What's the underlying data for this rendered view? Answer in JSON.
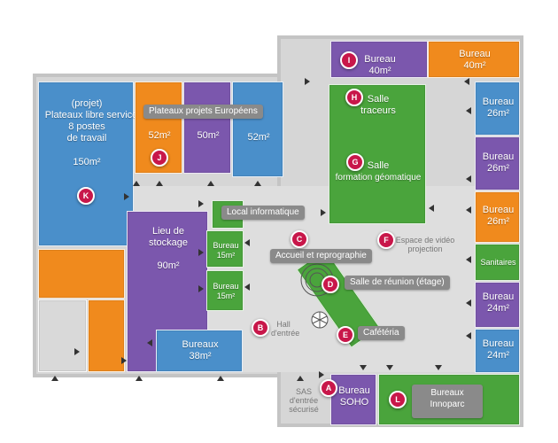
{
  "colors": {
    "blue": "#4a8fca",
    "purple": "#7b57ad",
    "orange": "#f08a1d",
    "green": "#4aa43c",
    "floor": "#dcdcdc",
    "wall": "#c4c4c4",
    "pin": "#c8174a",
    "tag": "#8a8a8a"
  },
  "rooms": {
    "bureau_i": {
      "title": "Bureau",
      "area": "40m²"
    },
    "bureau_40_orange": {
      "title": "Bureau",
      "area": "40m²"
    },
    "salle_traceurs": {
      "title": "Salle",
      "subtitle": "traceurs"
    },
    "salle_formation": {
      "title": "Salle",
      "subtitle": "formation géomatique"
    },
    "bureau_26_a": {
      "title": "Bureau",
      "area": "26m²"
    },
    "bureau_26_b": {
      "title": "Bureau",
      "area": "26m²"
    },
    "bureau_26_c": {
      "title": "Bureau",
      "area": "26m²"
    },
    "sanitaires": {
      "title": "Sanitaires"
    },
    "bureau_24_a": {
      "title": "Bureau",
      "area": "24m²"
    },
    "bureau_24_b": {
      "title": "Bureau",
      "area": "24m²"
    },
    "plateaux_libre": {
      "line1": "(projet)",
      "line2": "Plateaux libre service",
      "line3": "8 postes",
      "line4": "de travail",
      "area": "150m²"
    },
    "plateau_52_orange": {
      "area": "52m²"
    },
    "plateau_50": {
      "area": "50m²"
    },
    "plateau_52_blue": {
      "area": "52m²"
    },
    "lieu_stockage": {
      "line1": "Lieu de",
      "line2": "stockage",
      "area": "90m²"
    },
    "bureau_15_a": {
      "title": "Bureau",
      "area": "15m²"
    },
    "bureau_15_b": {
      "title": "Bureau",
      "area": "15m²"
    },
    "bureaux_38": {
      "title": "Bureaux",
      "area": "38m²"
    },
    "bureau_soho": {
      "title": "Bureau",
      "subtitle": "SOHO"
    }
  },
  "tags": {
    "plateaux_europeens": "Plateaux projets Européens",
    "local_informatique": "Local informatique",
    "accueil": "Accueil et reprographie",
    "salle_reunion": "Salle de réunion (étage)",
    "cafeteria": "Cafétéria",
    "bureaux_innoparc": "Bureaux Innoparc"
  },
  "notes": {
    "video": "Espace de vidéo projection",
    "hall": "Hall d'entrée",
    "sas": "SAS d'entrée sécurisé"
  },
  "markers": {
    "a": "A",
    "b": "B",
    "c": "C",
    "d": "D",
    "e": "E",
    "f": "F",
    "g": "G",
    "h": "H",
    "i": "I",
    "j": "J",
    "k": "K",
    "l": "L"
  }
}
